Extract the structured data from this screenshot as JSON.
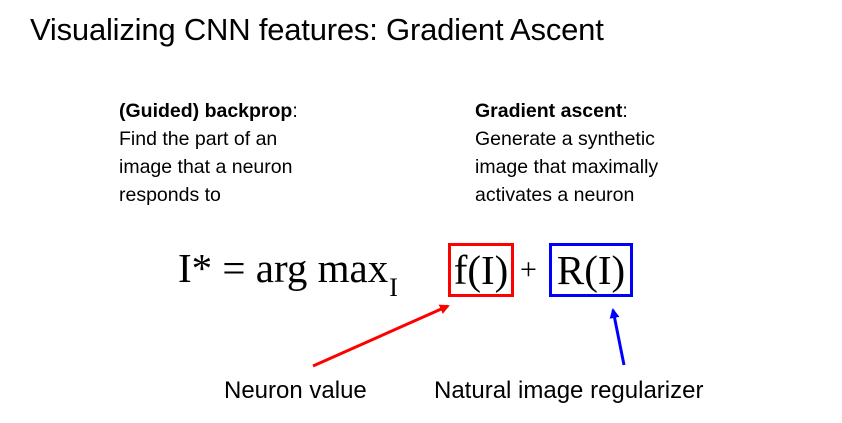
{
  "slide": {
    "title": "Visualizing CNN features: Gradient Ascent"
  },
  "left_column": {
    "heading": "(Guided) backprop",
    "heading_suffix": ":",
    "lines": [
      "Find the part of an",
      "image that a neuron",
      "responds to"
    ]
  },
  "right_column": {
    "heading": "Gradient ascent",
    "heading_suffix": ":",
    "lines": [
      "Generate a synthetic",
      "image that maximally",
      "activates a neuron"
    ]
  },
  "equation": {
    "lhs": "I* = arg max",
    "subscript": "I",
    "term_f": "f(I)",
    "plus": "+",
    "term_r": "R(I)",
    "f_box_color": "#ff0000",
    "r_box_color": "#0000ff"
  },
  "annotations": {
    "neuron_value": "Neuron value",
    "regularizer": "Natural image regularizer",
    "neuron_arrow_color": "#ff0000",
    "regularizer_arrow_color": "#0000ff"
  }
}
